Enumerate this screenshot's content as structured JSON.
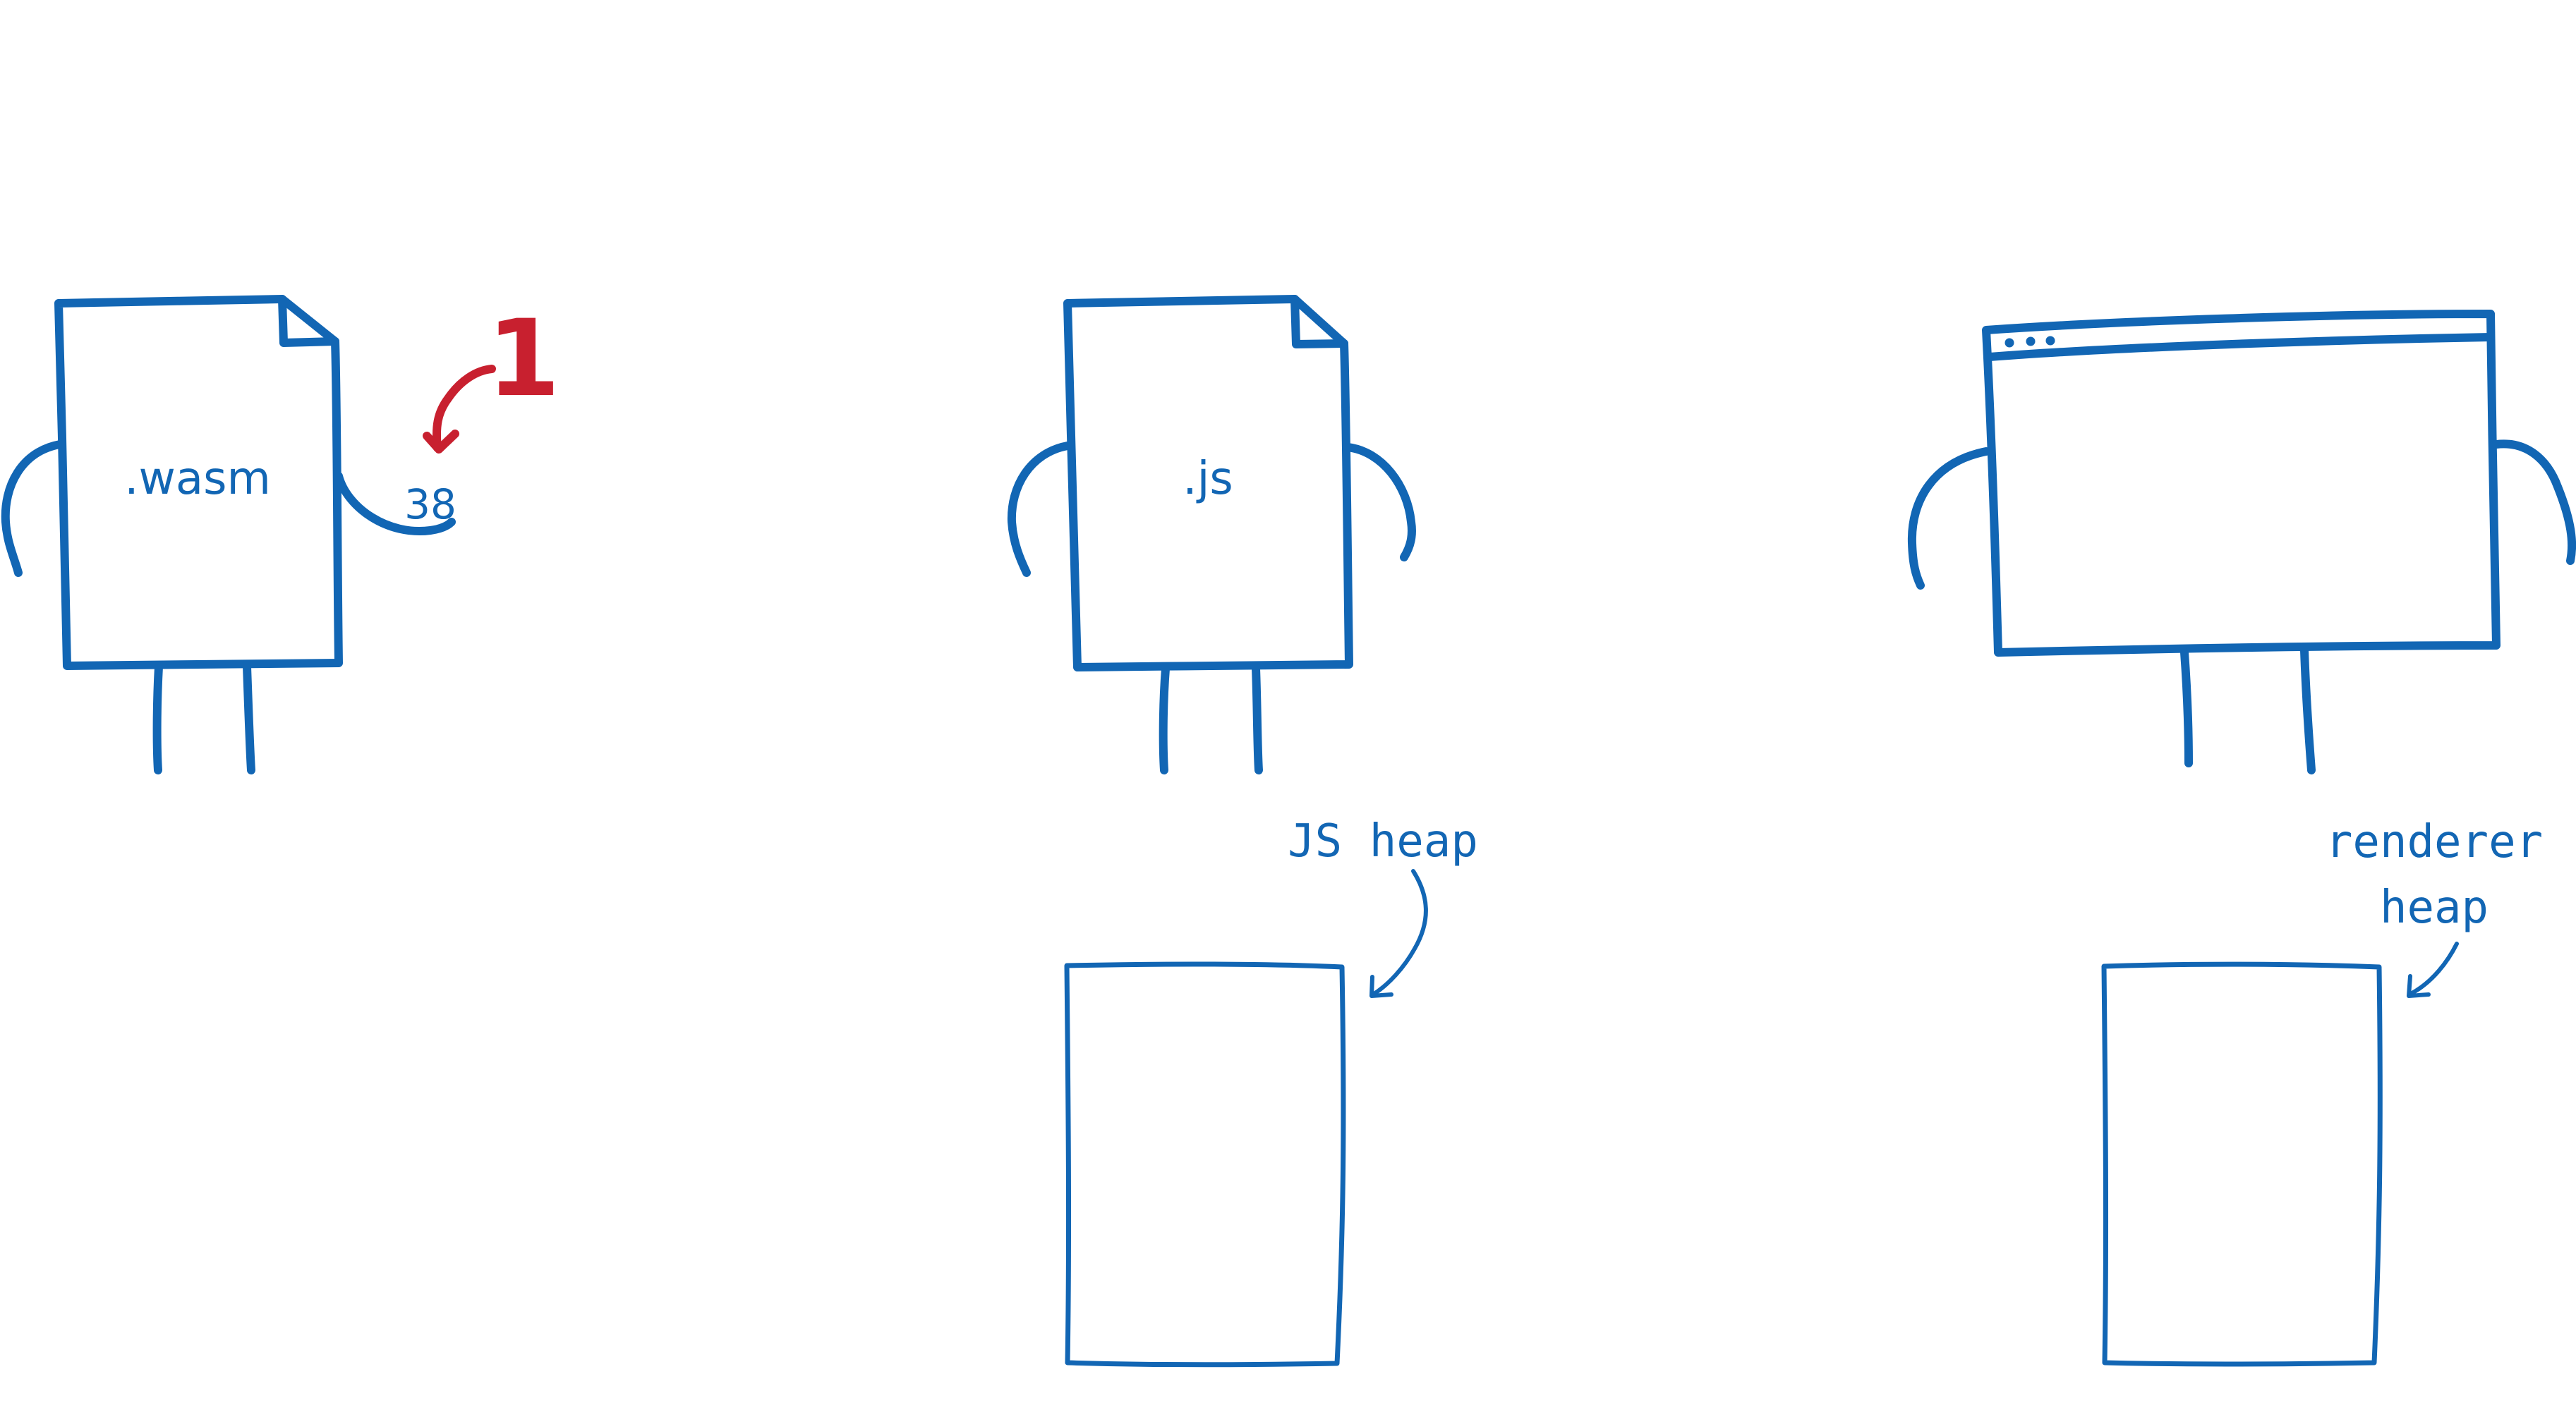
{
  "colors": {
    "ink": "#1266b4",
    "accent": "#c8202f",
    "background": "#ffffff"
  },
  "wasm_module": {
    "label": ".wasm",
    "held_value": "38"
  },
  "step_marker": "1",
  "js_file": {
    "label": ".js"
  },
  "browser": {
    "icon": "browser-window-icon"
  },
  "js_heap": {
    "label": "JS heap"
  },
  "renderer_heap": {
    "label_line1": "renderer",
    "label_line2": "heap"
  }
}
